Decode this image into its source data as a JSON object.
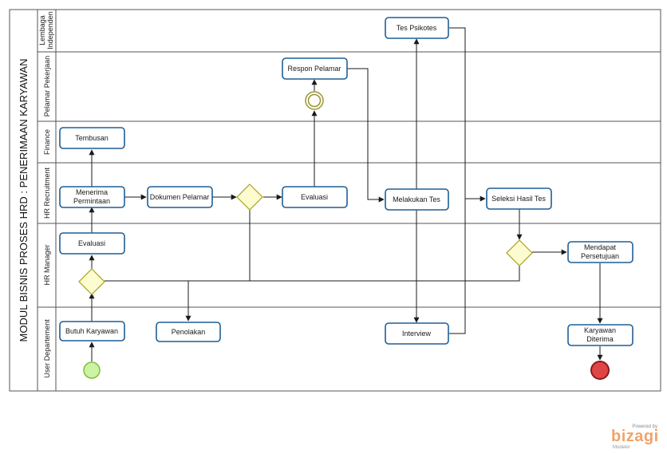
{
  "pool": {
    "title": "MODUL BISNIS PROSES HRD : PENERIMAAN KARYAWAN"
  },
  "lanes": [
    {
      "label": "Lembaga Independen"
    },
    {
      "label": "Pelamar Pekerjaan"
    },
    {
      "label": "Finance"
    },
    {
      "label": "HR Recruitment"
    },
    {
      "label": "HR Manager"
    },
    {
      "label": "User Departement"
    }
  ],
  "tasks": {
    "tes_psikotes": [
      "Tes Psikotes"
    ],
    "respon_pelamar": [
      "Respon Pelamar"
    ],
    "tembusan": [
      "Tembusan"
    ],
    "menerima_permintaan": [
      "Menerima",
      "Permintaan"
    ],
    "dokumen_pelamar": [
      "Dokumen Pelamar"
    ],
    "evaluasi_hr": [
      "Evaluasi"
    ],
    "melakukan_tes": [
      "Melakukan Tes"
    ],
    "seleksi_hasil_tes": [
      "Seleksi Hasil Tes"
    ],
    "evaluasi_manager": [
      "Evaluasi"
    ],
    "mendapat_persetujuan": [
      "Mendapat",
      "Persetujuan"
    ],
    "butuh_karyawan": [
      "Butuh Karyawan"
    ],
    "penolakan": [
      "Penolakan"
    ],
    "interview": [
      "Interview"
    ],
    "karyawan_diterima": [
      "Karyawan",
      "Diterima"
    ]
  },
  "events": {
    "start": "start-event",
    "intermediate": "intermediate-event",
    "end": "end-event"
  },
  "gateways": [
    "gateway-recruitment",
    "gateway-manager-left",
    "gateway-manager-right"
  ],
  "brand": {
    "powered": "Powered by",
    "name": "bizagi",
    "product": "Modeler"
  },
  "colors": {
    "task_border": "#1f5f96",
    "gateway_fill": "#fdfbd0",
    "start": "#cdf2a3",
    "end": "#e04545"
  }
}
